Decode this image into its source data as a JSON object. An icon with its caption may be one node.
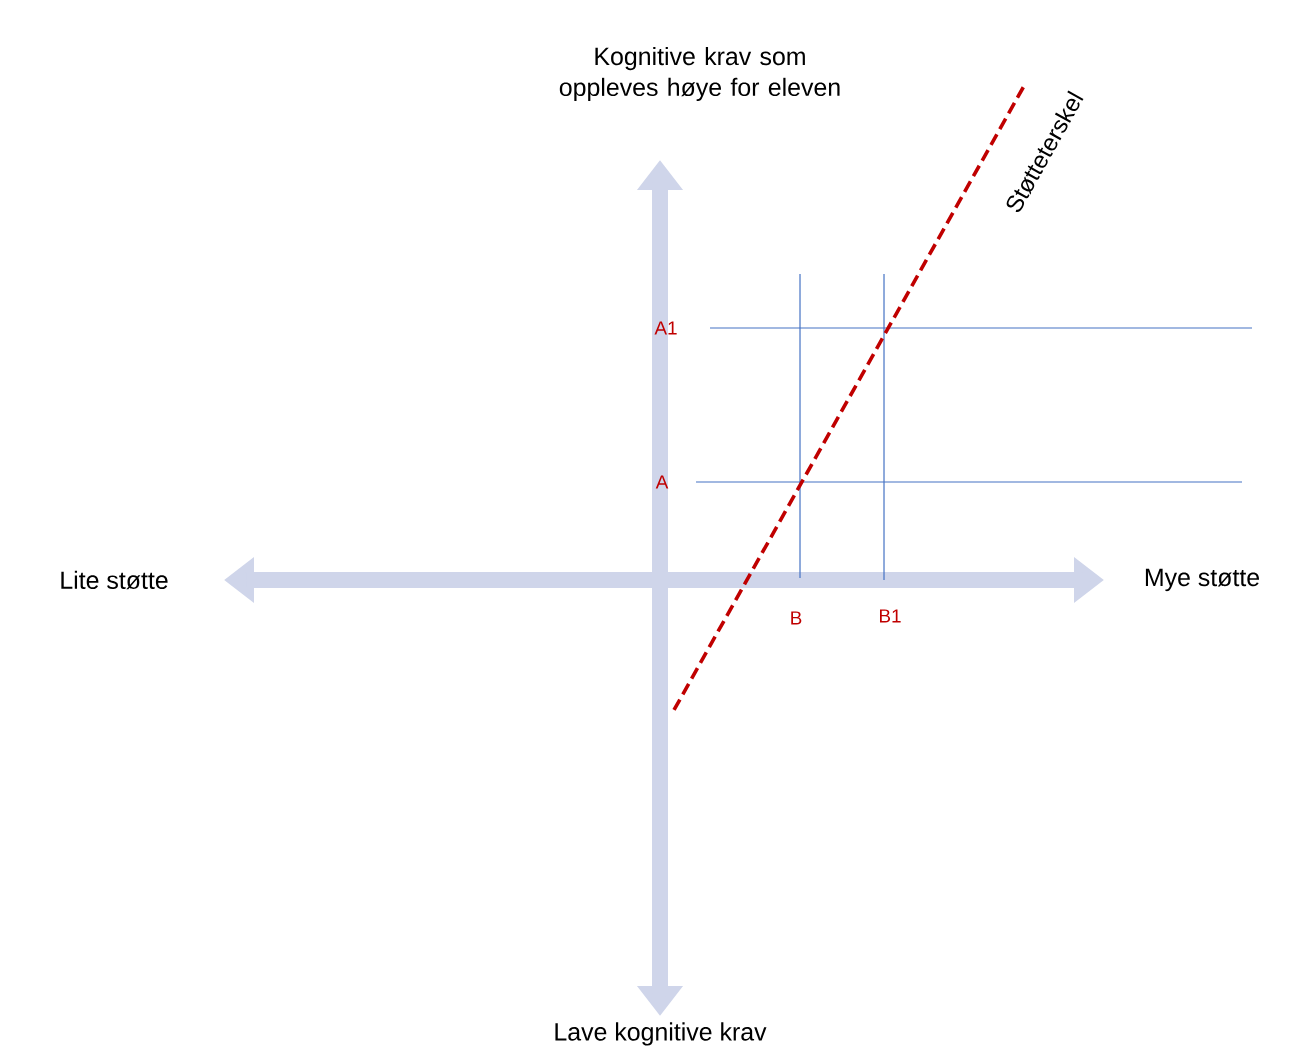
{
  "diagram": {
    "labels": [
      "Kognitive krav som oppleves høye for eleven",
      "Støtteterskel",
      "A1",
      "A",
      "Lite støtte",
      "Mye støtte",
      "B",
      "B1",
      "Lave kognitive krav"
    ]
  }
}
